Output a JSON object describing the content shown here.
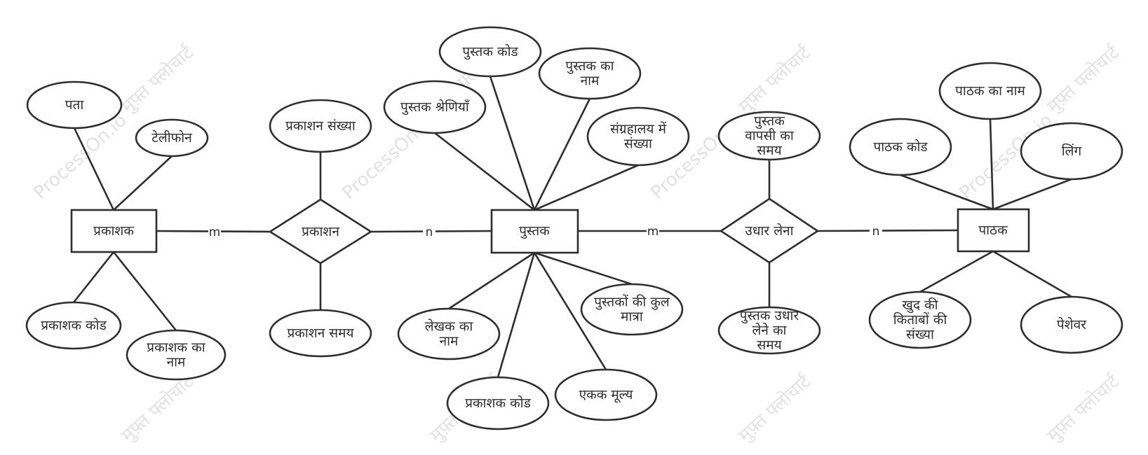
{
  "watermark": {
    "brand": "ProcessOn.io",
    "caption": "मुफ़्त फ्लोचार्ट"
  },
  "diagram": {
    "entities": {
      "publisher": "प्रकाशक",
      "book": "पुस्तक",
      "reader": "पाठक"
    },
    "relationships": {
      "publish": "प्रकाशन",
      "borrow": "उधार लेना"
    },
    "attributes": {
      "address": "पता",
      "telephone": "टेलीफोन",
      "publisher_code": "प्रकाशक कोड",
      "publisher_name": "प्रकाशक का नाम",
      "publish_quantity": "प्रकाशन संख्या",
      "publish_time": "प्रकाशन समय",
      "book_category": "पुस्तक श्रेणियाँ",
      "book_code": "पुस्तक कोड",
      "book_name": "पुस्तक का नाम",
      "library_quantity": "संग्रहालय में संख्या",
      "author_name": "लेखक का नाम",
      "book_publisher_code": "प्रकाशक कोड",
      "unit_price": "एकक मूल्य",
      "total_books": "पुस्तकों की कुल मात्रा",
      "return_time": "पुस्तक वापसी का समय",
      "borrow_time": "पुस्तक उधार लेने का समय",
      "reader_code": "पाठक कोड",
      "reader_name": "पाठक का नाम",
      "gender": "लिंग",
      "borrowed_count": "खुद की किताबों की संख्या",
      "occupation": "पेशेवर"
    },
    "cardinality": {
      "publisher_publish": "m",
      "publish_book": "n",
      "book_borrow": "m",
      "borrow_reader": "n"
    }
  }
}
